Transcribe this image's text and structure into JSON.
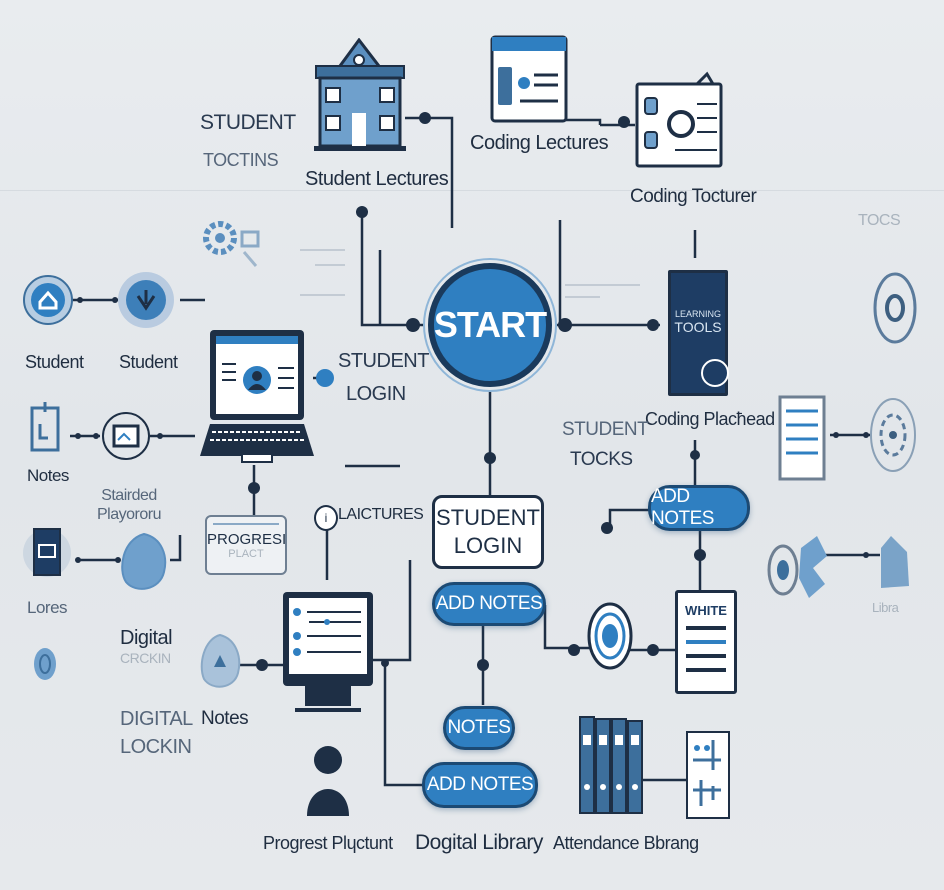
{
  "diagram": {
    "center": {
      "label": "START"
    },
    "top": {
      "student_toctins": [
        "STUDENT",
        "TOCTINS"
      ],
      "student_lectures": "Student Lectures",
      "coding_lectures": "Coding Lectures",
      "coding_tocturer": "Coding Tocturer",
      "faint_tocs": "TOCS"
    },
    "middle": {
      "student_login_text": [
        "STUDENT",
        "LOGIN"
      ],
      "learning_tools": [
        "LEARNING",
        "TOOLS"
      ],
      "coding_placread": "Coding Placħead",
      "student_tocks": [
        "STUDENT",
        "TOCKS"
      ]
    },
    "left": {
      "student_1": "Student",
      "student_2": "Student",
      "notes": "Notes",
      "stairded_playororu": [
        "Stairded",
        "Playororu"
      ],
      "lores": "Lores",
      "digital_crckin": [
        "Digital",
        "CRCKIN"
      ],
      "digital_lockin": [
        "DIGITAL",
        "LOCKIN"
      ],
      "notes_2": "Notes"
    },
    "lower": {
      "progress_box": [
        "PROGRESI",
        "PLACT"
      ],
      "laictures": "LAICTURES",
      "student_login_box": [
        "STUDENT",
        "LOGIN"
      ],
      "add_notes_1": "ADD NOTES",
      "add_notes_2": "ADD NOTES",
      "notes_pill": "NOTES",
      "add_notes_3": "ADD NOTES",
      "white_doc": "WHITE",
      "library_faint": "Libra"
    },
    "bottom_labels": {
      "progress": "Progrest Plɥctunt",
      "digital_library": "Dogital Library",
      "attendance": "Attendance Bbrang"
    },
    "colors": {
      "primary": "#2f7fc1",
      "dark": "#1a3a5c",
      "background": "#e4e8ec"
    }
  }
}
